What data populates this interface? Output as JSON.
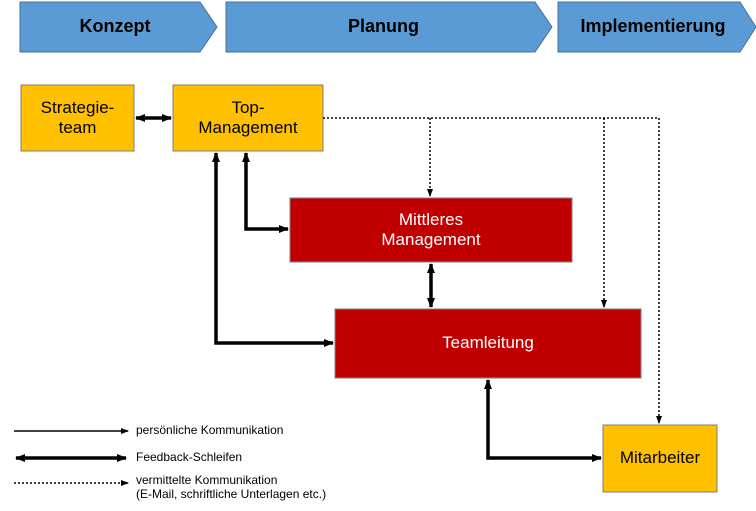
{
  "phases": {
    "konzept": "Konzept",
    "planung": "Planung",
    "implementierung": "Implementierung"
  },
  "colors": {
    "phase_fill": "#5b9bd5",
    "yellow_box": "#ffc000",
    "red_box": "#c00000",
    "stroke": "#000000"
  },
  "nodes": {
    "strategieteam": "Strategie-\nteam",
    "top_management": "Top-\nManagement",
    "mittleres_management": "Mittleres\nManagement",
    "teamleitung": "Teamleitung",
    "mitarbeiter": "Mitarbeiter"
  },
  "legend": {
    "persoenlich": "persönliche Kommunikation",
    "feedback": "Feedback-Schleifen",
    "vermittelt": "vermittelte Kommunikation\n(E-Mail, schriftliche Unterlagen  etc.)"
  }
}
